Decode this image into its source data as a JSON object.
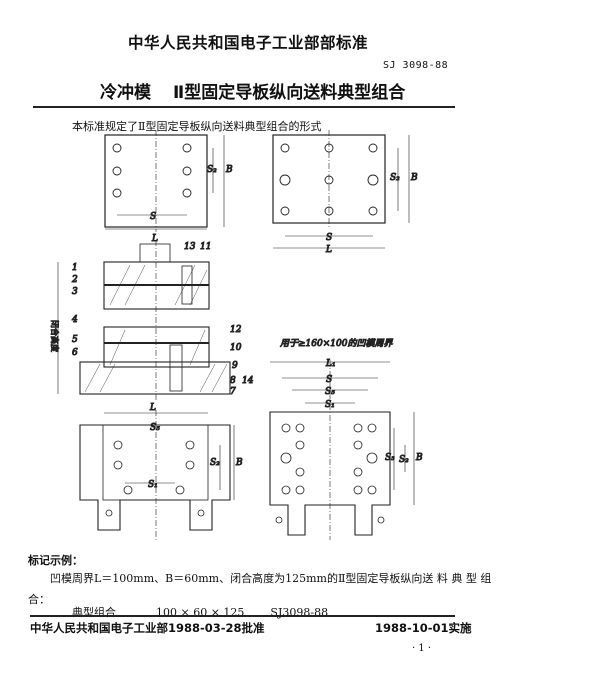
{
  "header": {
    "issuer": "中华人民共和国电子工业部部标准",
    "standard_code": "SJ 3098-88",
    "title_prefix": "冷冲模",
    "title_main": "Ⅱ型固定导板纵向送料典型组合"
  },
  "intro": "本标准规定了Ⅱ型固定导板纵向送料典型组合的形式",
  "figure": {
    "dims": {
      "L": "L",
      "S": "S",
      "B": "B",
      "S2": "S₂",
      "S1": "S₁",
      "S3": "S₃",
      "S5": "S₅",
      "L1": "L₁"
    },
    "side_label": "闭合高度",
    "note": "用于≥160×100的凹模周界",
    "part_numbers": [
      "1",
      "2",
      "3",
      "4",
      "5",
      "6",
      "7",
      "8",
      "9",
      "10",
      "11",
      "12",
      "13",
      "14"
    ]
  },
  "example": {
    "heading": "标记示例：",
    "paragraph": "凹模周界L＝100mm、B＝60mm、闭合高度为125mm的Ⅱ型固定导板纵向送料典型组合：",
    "paragraph_line1": "凹模周界L＝100mm、B＝60mm、闭合高度为125mm的Ⅱ型固定导板纵向送 料 典 型 组",
    "paragraph_line2": "合：",
    "designation_name": "典型组合",
    "designation_size": "100 × 60 × 125",
    "designation_code": "SJ3098-88"
  },
  "footer": {
    "approval": "中华人民共和国电子工业部1988-03-28批准",
    "effective": "1988-10-01实施",
    "page": "· 1 ·"
  }
}
